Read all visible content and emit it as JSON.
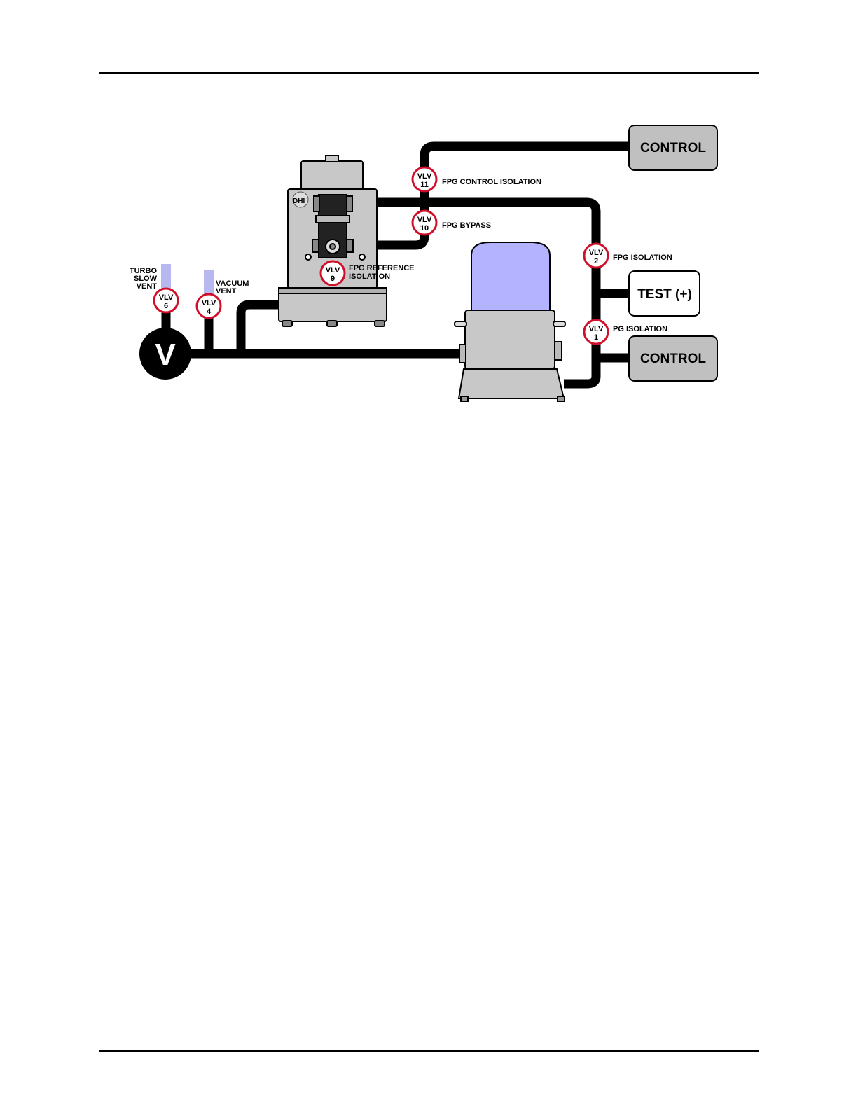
{
  "labels": {
    "control_top": "CONTROL",
    "control_bottom": "CONTROL",
    "test": "TEST (+)",
    "pump": "V",
    "brand": "DHI",
    "fpg_control_isolation": "FPG CONTROL ISOLATION",
    "fpg_bypass": "FPG BYPASS",
    "fpg_isolation": "FPG ISOLATION",
    "pg_isolation": "PG ISOLATION",
    "fpg_reference_line1": "FPG REFERENCE",
    "fpg_reference_line2": "ISOLATION",
    "turbo_line1": "TURBO",
    "turbo_line2": "SLOW",
    "turbo_line3": "VENT",
    "vacuum_line1": "VACUUM",
    "vacuum_line2": "VENT"
  },
  "valves": [
    {
      "prefix": "VLV",
      "number": "11"
    },
    {
      "prefix": "VLV",
      "number": "10"
    },
    {
      "prefix": "VLV",
      "number": "9"
    },
    {
      "prefix": "VLV",
      "number": "6"
    },
    {
      "prefix": "VLV",
      "number": "4"
    },
    {
      "prefix": "VLV",
      "number": "2"
    },
    {
      "prefix": "VLV",
      "number": "1"
    }
  ],
  "colors": {
    "pipe": "#000000",
    "valve_ring": "#d0102a",
    "vent": "#b8b8f0",
    "dome": "#b3b3ff",
    "instrument": "#c8c8c8",
    "control_box": "#c0c0c0"
  }
}
